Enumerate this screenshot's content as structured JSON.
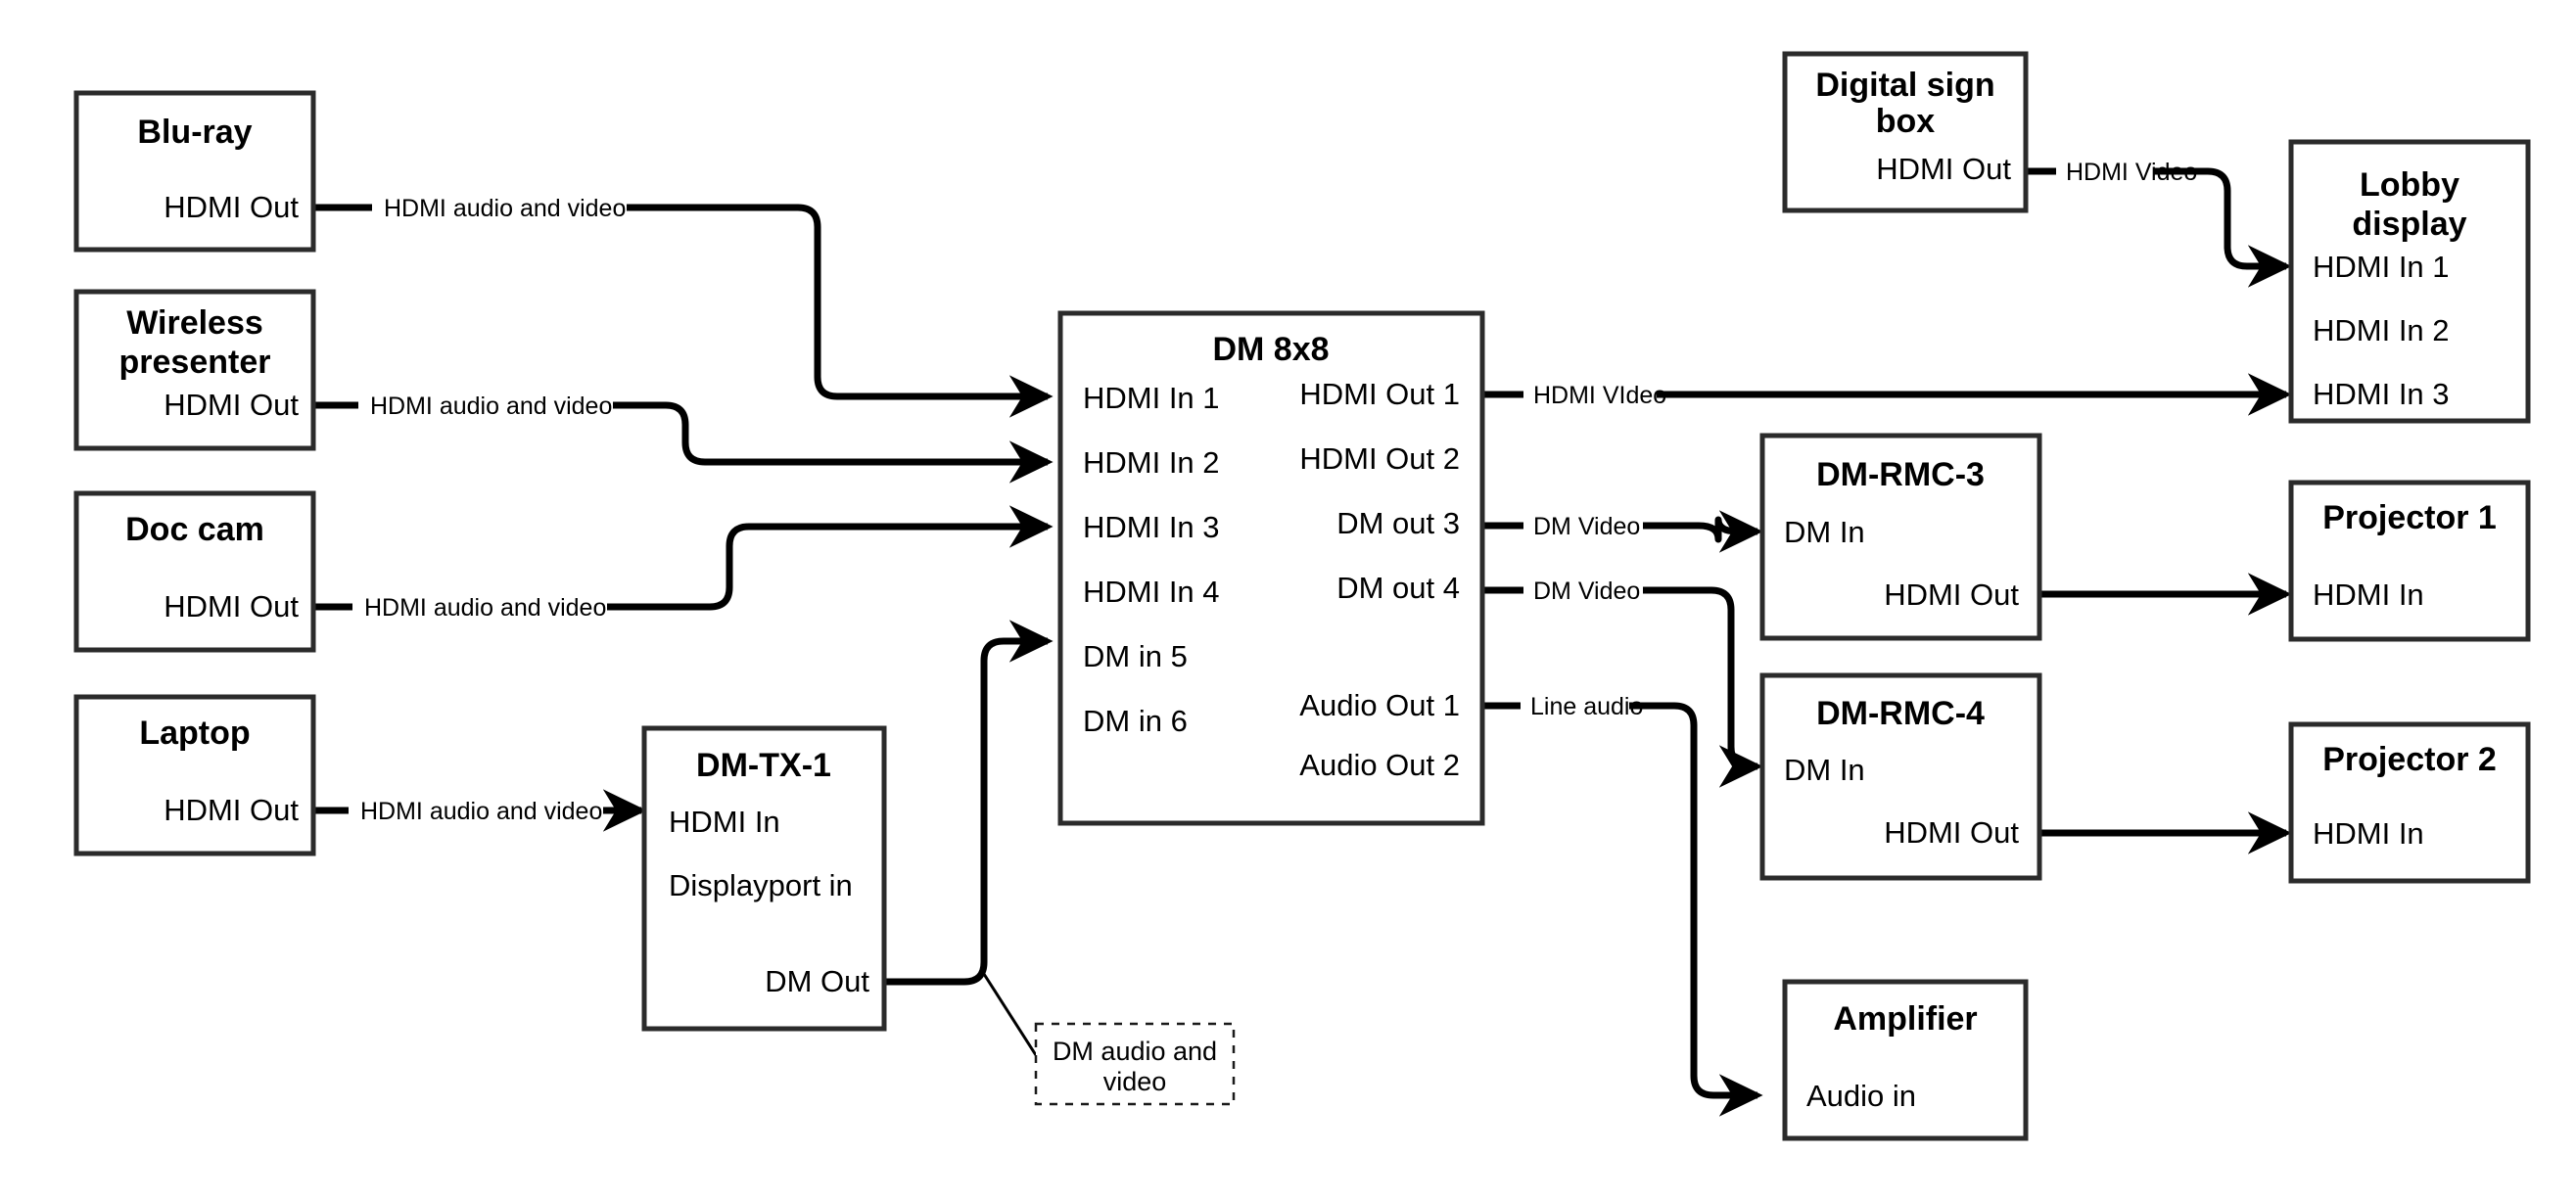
{
  "diagram": {
    "title": "AV signal flow diagram",
    "stroke_color": "#2b2b2b",
    "wire_color": "#000000",
    "background": "#ffffff"
  },
  "nodes": {
    "bluray": {
      "title": "Blu-ray",
      "ports": [
        "HDMI Out"
      ]
    },
    "wireless": {
      "title_line1": "Wireless",
      "title_line2": "presenter",
      "ports": [
        "HDMI Out"
      ]
    },
    "doccam": {
      "title": "Doc cam",
      "ports": [
        "HDMI Out"
      ]
    },
    "laptop": {
      "title": "Laptop",
      "ports": [
        "HDMI Out"
      ]
    },
    "dmtx1": {
      "title": "DM-TX-1",
      "ports": [
        "HDMI In",
        "Displayport in",
        "DM Out"
      ]
    },
    "dm8x8": {
      "title": "DM 8x8",
      "inputs": [
        "HDMI In 1",
        "HDMI In 2",
        "HDMI In 3",
        "HDMI In 4",
        "DM in 5",
        "DM in 6"
      ],
      "outputs": [
        "HDMI Out 1",
        "HDMI Out 2",
        "DM out 3",
        "DM out 4",
        "Audio Out 1",
        "Audio Out 2"
      ]
    },
    "digitalsign": {
      "title_line1": "Digital sign",
      "title_line2": "box",
      "ports": [
        "HDMI Out"
      ]
    },
    "lobbydisplay": {
      "title_line1": "Lobby",
      "title_line2": "display",
      "ports": [
        "HDMI In 1",
        "HDMI In 2",
        "HDMI In 3"
      ]
    },
    "dmrmc3": {
      "title": "DM-RMC-3",
      "ports": [
        "DM In",
        "HDMI Out"
      ]
    },
    "dmrmc4": {
      "title": "DM-RMC-4",
      "ports": [
        "DM In",
        "HDMI Out"
      ]
    },
    "projector1": {
      "title": "Projector 1",
      "ports": [
        "HDMI In"
      ]
    },
    "projector2": {
      "title": "Projector 2",
      "ports": [
        "HDMI In"
      ]
    },
    "amplifier": {
      "title": "Amplifier",
      "ports": [
        "Audio in"
      ]
    }
  },
  "note": {
    "line1": "DM audio and",
    "line2": "video"
  },
  "wire_labels": {
    "bluray_to_dm": "HDMI audio and video",
    "wireless_to_dm": "HDMI audio and video",
    "doccam_to_dm": "HDMI audio and video",
    "laptop_to_tx": "HDMI audio and video",
    "sign_to_lobby": "HDMI Video",
    "hdmiout1_to_lobby": "HDMI VIdeo",
    "dmout3_to_rmc3": "DM Video",
    "dmout4_to_rmc4": "DM Video",
    "audioout1_to_amp": "Line audio"
  }
}
